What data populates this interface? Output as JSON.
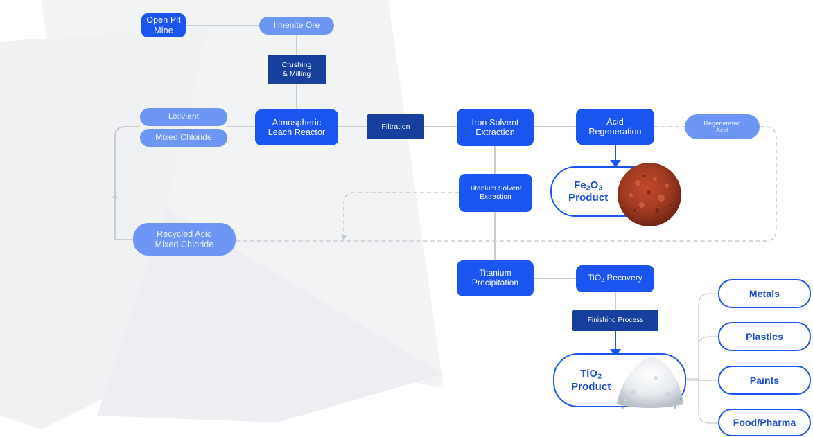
{
  "nodes": {
    "open_pit_mine": "Open Pit Mine",
    "ilmenite_ore": "Ilmenite Ore",
    "crushing_milling": [
      "Crushing",
      "& Milling"
    ],
    "lixiviant": "Lixiviant",
    "mixed_chloride": "Mixed Chloride",
    "atmospheric_leach": [
      "Atmospheric",
      "Leach Reactor"
    ],
    "filtration": "Filtration",
    "iron_solvent_extraction": [
      "Iron Solvent",
      "Extraction"
    ],
    "acid_regeneration": [
      "Acid",
      "Regeneration"
    ],
    "regenerated_acid": [
      "Regenerated",
      "Acid"
    ],
    "titanium_solvent_extraction": [
      "Titanium Solvent",
      "Extraction"
    ],
    "recycled_acid": [
      "Recycled Acid",
      "Mixed Chloride"
    ],
    "titanium_precipitation": [
      "Titanium",
      "Precipitation"
    ],
    "tio2_recovery": {
      "prefix": "TiO",
      "sub": "2",
      "suffix": " Recovery"
    },
    "finishing_process": "Finishing Process",
    "fe2o3_product": {
      "a": "Fe",
      "a_sub": "2",
      "b": "O",
      "b_sub": "3",
      "line2": "Product"
    },
    "tio2_product": {
      "a": "TiO",
      "a_sub": "2",
      "line2": "Product"
    }
  },
  "end_uses": [
    "Metals",
    "Plastics",
    "Paints",
    "Food/Pharma"
  ],
  "colors": {
    "process_bright": "#1b55f0",
    "process_navy": "#163f9e",
    "stream_soft": "#6d95f3",
    "connector": "#c9ccd1",
    "fe2o3_powder": "#a03a22",
    "tio2_powder": "#e7eaee"
  },
  "icons": {
    "fe2o3_image": "red-iron-oxide-powder-icon",
    "tio2_image": "white-titanium-dioxide-powder-icon"
  }
}
